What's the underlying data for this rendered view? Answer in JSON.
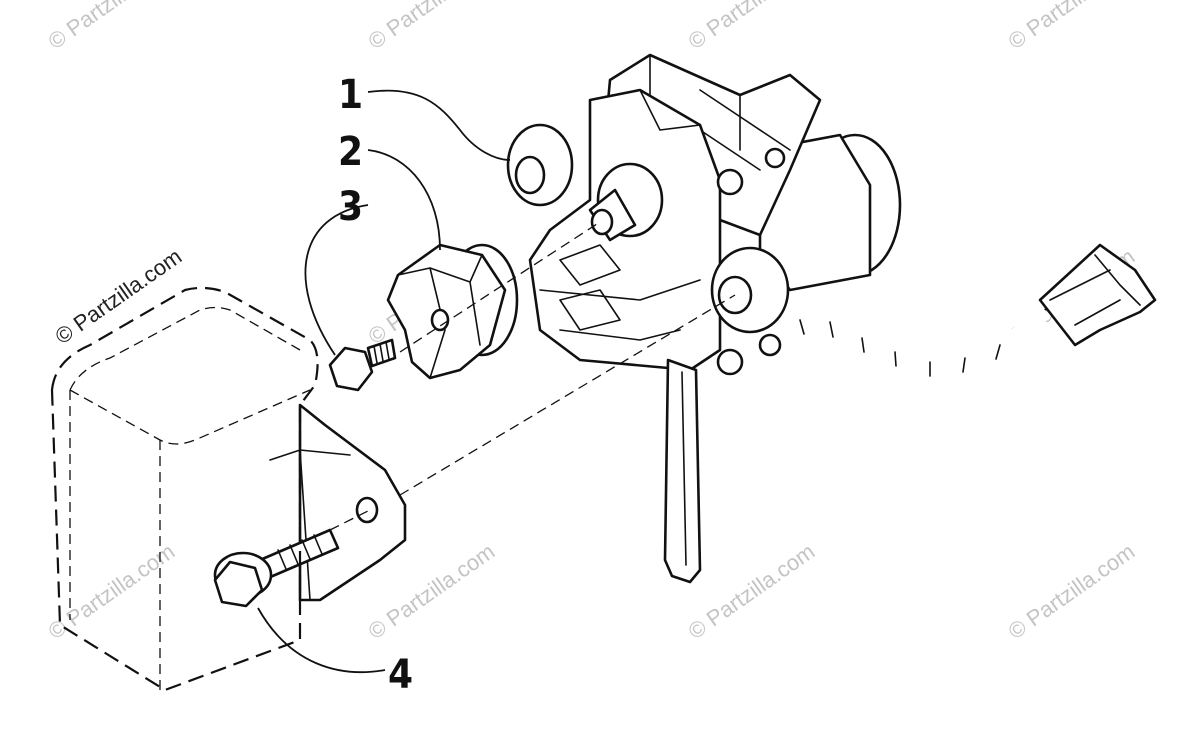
{
  "diagram": {
    "callouts": [
      "1",
      "2",
      "3",
      "4"
    ],
    "watermark": "© Partzilla.com"
  }
}
